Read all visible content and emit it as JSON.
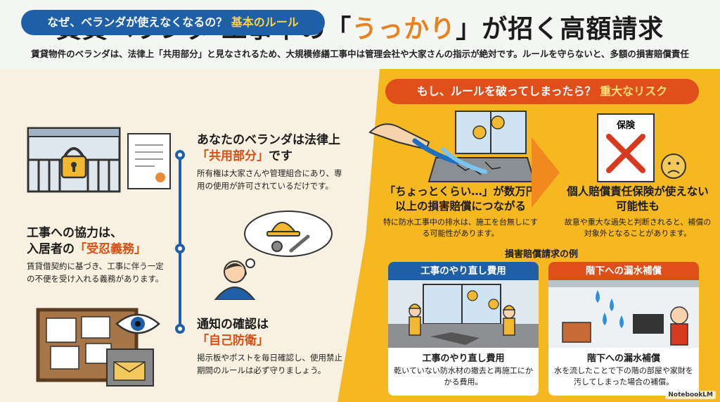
{
  "header": {
    "title_part1": "賃貸ベランダ 工事中の「",
    "title_highlight": "うっかり",
    "title_part2": "」が招く高額請求",
    "subtitle": "賃貸物件のベランダは、法律上「共用部分」と見なされるため、大規模修繕工事中は管理会社や大家さんの指示が絶対です。ルールを守らないと、多額の損害賠償責任"
  },
  "left": {
    "pill_main": "なぜ、ベランダが使えなくなるの？",
    "pill_accent": "基本のルール",
    "rule1": {
      "heading_line1": "あなたのベランダは法律上",
      "heading_accent": "「共用部分」",
      "heading_tail": "です",
      "body": "所有権は大家さんや管理組合にあり、専用の使用が許可されているだけです。"
    },
    "rule2": {
      "heading_line1": "工事への協力は、",
      "heading_line2": "入居者の",
      "heading_accent": "「受忍義務」",
      "body": "賃貸借契約に基づき、工事に伴う一定の不便を受け入れる義務があります。"
    },
    "rule3": {
      "heading_line1": "通知の確認は",
      "heading_accent": "「自己防衛」",
      "body": "掲示板やポストを毎日確認し、使用禁止期間のルールは必ず守りましょう。"
    }
  },
  "right": {
    "pill_main": "もし、ルールを破ってしまったら？",
    "pill_accent": "重大なリスク",
    "risk1": {
      "heading": "「ちょっとくらい…」が数万円以上の損害賠償につながる",
      "body": "特に防水工事中の排水は、施工を台無しにする可能性があります。"
    },
    "risk2": {
      "insurance_label": "保険",
      "heading": "個人賠償責任保険が使えない可能性も",
      "body": "故意や重大な過失と判断されると、補償の対象外となることがあります。"
    },
    "examples_title": "損害賠償請求の例",
    "card1": {
      "head": "工事のやり直し費用",
      "title": "工事のやり直し費用",
      "body": "乾いていない防水材の撤去と再施工にかかる費用。"
    },
    "card2": {
      "head": "階下への漏水補償",
      "title": "階下への漏水補償",
      "body": "水を流したことで下の階の部屋や家財を汚してしまった場合の補償。"
    }
  },
  "footer": {
    "logo": "NotebookLM"
  },
  "colors": {
    "blue": "#1f5fa8",
    "orange_red": "#e04e1b",
    "yellow": "#f5b820",
    "accent_orange": "#d74f12"
  }
}
